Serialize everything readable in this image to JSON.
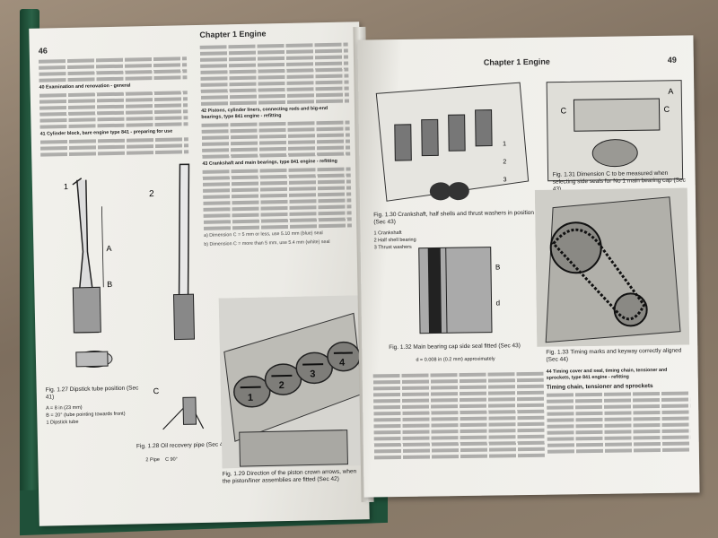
{
  "left_page": {
    "page_number": "46",
    "header": "Chapter 1  Engine",
    "section_40": "40 Examination and renovation - general",
    "section_41": "41 Cylinder block, bare engine type 841 - preparing for use",
    "section_42": "42 Pistons, cylinder liners, connecting rods and big-end bearings, type 841 engine - refitting",
    "section_43": "43 Crankshaft and main bearings, type 841 engine - refitting",
    "dim_text_a": "a)  Dimension C = 5 mm or less, use 5.10 mm (blue) seal",
    "dim_text_b": "b)  Dimension C = more than 5 mm, use 5.4 mm (white) seal",
    "fig_127_caption": "Fig. 1.27 Dipstick tube position (Sec 41)",
    "fig_127_legend": [
      "A = 8 in (23 mm)",
      "B = 20° (tube pointing towards front)",
      "1  Dipstick tube"
    ],
    "fig_128_caption": "Fig. 1.28 Oil recovery pipe (Sec 41)",
    "fig_128_legend": [
      "2  Pipe",
      "C  90°"
    ],
    "fig_129_caption": "Fig. 1.29 Direction of the piston crown arrows, when the piston/liner assemblies are fitted (Sec 42)",
    "fig_labels": [
      "A",
      "B",
      "C",
      "1",
      "2"
    ],
    "piston_numbers": [
      "1",
      "2",
      "3",
      "4"
    ]
  },
  "right_page": {
    "page_number": "49",
    "header": "Chapter 1  Engine",
    "fig_130_caption": "Fig. 1.30 Crankshaft, half shells and thrust washers in position (Sec 43)",
    "fig_130_legend": [
      "1  Crankshaft",
      "2  Half shell bearing",
      "3  Thrust washers"
    ],
    "fig_131_caption": "Fig. 1.31 Dimension C to be measured when selecting side seals for No 1 main bearing cap (Sec 43)",
    "fig_132_caption": "Fig. 1.32 Main bearing cap side seal fitted (Sec 43)",
    "fig_132_note": "d = 0.008 in (0.2 mm) approximately",
    "fig_133_caption": "Fig. 1.33 Timing marks and keyway correctly aligned (Sec 44)",
    "section_44": "44 Timing cover and seal, timing chain, tensioner and sprockets, type 841 engine - refitting",
    "subheading": "Timing chain, tensioner and sprockets",
    "fig_labels": [
      "A",
      "C",
      "C",
      "B",
      "d",
      "1",
      "2",
      "3"
    ]
  },
  "colors": {
    "cover": "#2a6247",
    "paper": "#f1f0eb",
    "table": "#8a7c6a"
  }
}
